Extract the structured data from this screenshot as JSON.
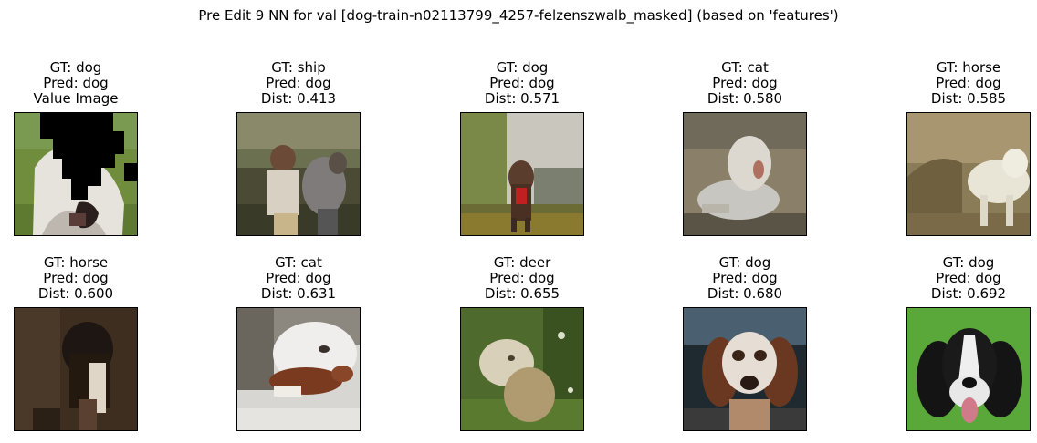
{
  "figure": {
    "suptitle": "Pre Edit 9 NN for val [dog-train-n02113799_4257-felzenszwalb_masked] (based on 'features')"
  },
  "panels": [
    {
      "gt": "GT: dog",
      "pred": "Pred: dog",
      "third": "Value Image",
      "scene": "masked-dog"
    },
    {
      "gt": "GT: ship",
      "pred": "Pred: dog",
      "third": "Dist: 0.413",
      "scene": "children-with-dog"
    },
    {
      "gt": "GT: dog",
      "pred": "Pred: dog",
      "third": "Dist: 0.571",
      "scene": "dog-in-field"
    },
    {
      "gt": "GT: cat",
      "pred": "Pred: dog",
      "third": "Dist: 0.580",
      "scene": "white-dog-lying"
    },
    {
      "gt": "GT: horse",
      "pred": "Pred: dog",
      "third": "Dist: 0.585",
      "scene": "white-dog-on-dirt"
    },
    {
      "gt": "GT: horse",
      "pred": "Pred: dog",
      "third": "Dist: 0.600",
      "scene": "dark-room-figure"
    },
    {
      "gt": "GT: cat",
      "pred": "Pred: dog",
      "third": "Dist: 0.631",
      "scene": "white-and-brown-dogs"
    },
    {
      "gt": "GT: deer",
      "pred": "Pred: dog",
      "third": "Dist: 0.655",
      "scene": "fluffy-dog-in-grass"
    },
    {
      "gt": "GT: dog",
      "pred": "Pred: dog",
      "third": "Dist: 0.680",
      "scene": "spaniel-face"
    },
    {
      "gt": "GT: dog",
      "pred": "Pred: dog",
      "third": "Dist: 0.692",
      "scene": "spaniel-on-green"
    }
  ]
}
